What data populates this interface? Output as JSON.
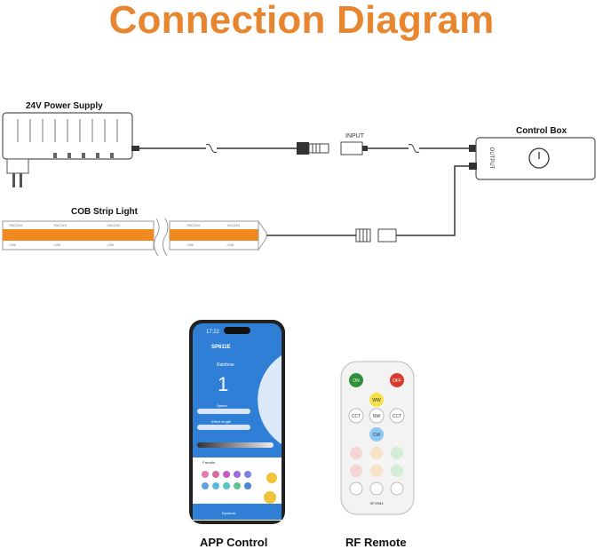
{
  "title": "Connection Diagram",
  "labels": {
    "power_supply": "24V Power Supply",
    "input": "INPUT",
    "control_box": "Control Box",
    "output": "OUTPUT",
    "strip": "COB Strip Light",
    "app": "APP Control",
    "remote": "RF Remote"
  },
  "strip_marks": {
    "plus": "+DC24V",
    "c": "-CW",
    "w": "-WW"
  },
  "phone": {
    "time": "17:22",
    "device": "SP611E",
    "mode": "Rainbow",
    "number": "1",
    "speed_label": "Speed",
    "effect_label": "Effect length",
    "favorite_label": "Favorite",
    "tab_label": "Dynamic"
  },
  "remote": {
    "on": "ON",
    "off": "OFF",
    "ww": "WW",
    "cct_minus": "CCT",
    "nw": "NW",
    "cct_plus": "CCT",
    "cw": "CW",
    "brand": "SP-RM4"
  },
  "colors": {
    "title": "#e8862f",
    "strip": "#f08a1e",
    "phone_screen": "#2f7fd6"
  }
}
